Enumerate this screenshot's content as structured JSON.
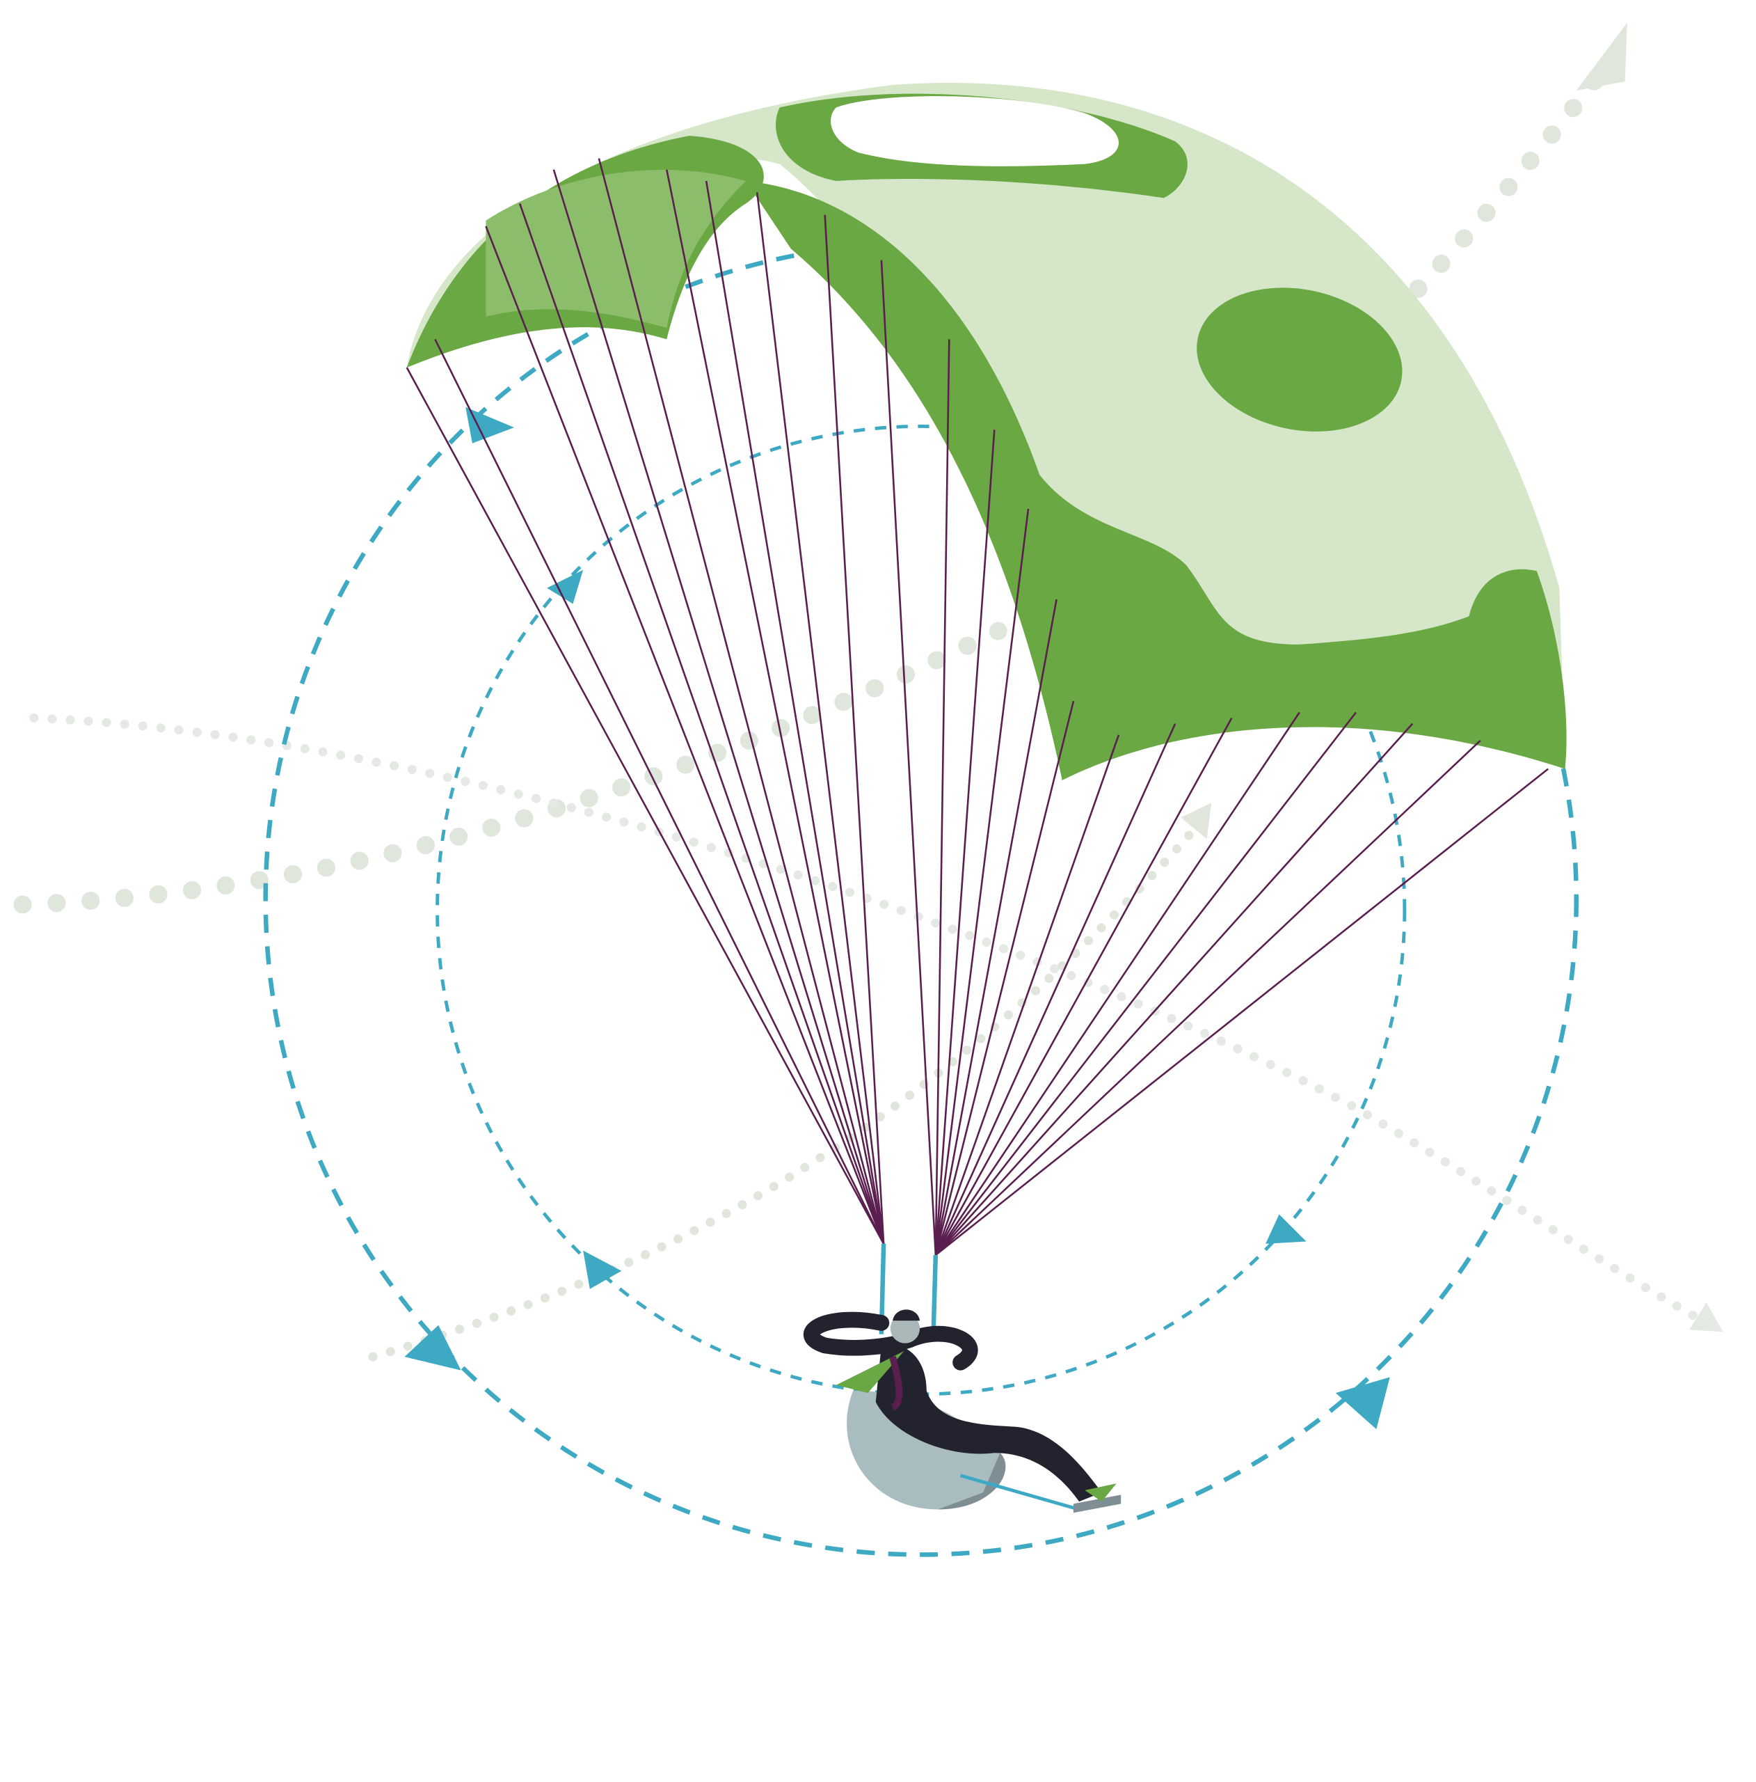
{
  "illustration": {
    "subject": "businessman-paraglider-with-banknote-canopy",
    "colors": {
      "canopy_light": "#d5e6c9",
      "canopy_dark": "#6aa843",
      "canopy_mid": "#8cbd6a",
      "lines": "#5a1f4e",
      "orbit": "#3ea9c3",
      "trail": "#dfe6dc",
      "suit": "#23232f",
      "seat": "#a9bdc0",
      "seat_shadow": "#7f8e94",
      "tie": "#6aa843",
      "skin": "#aab8b9"
    },
    "icons": [
      "banknote-canopy",
      "circular-arrow-icon",
      "dotted-trajectory-arrow-icon",
      "paraglider-pilot"
    ]
  }
}
